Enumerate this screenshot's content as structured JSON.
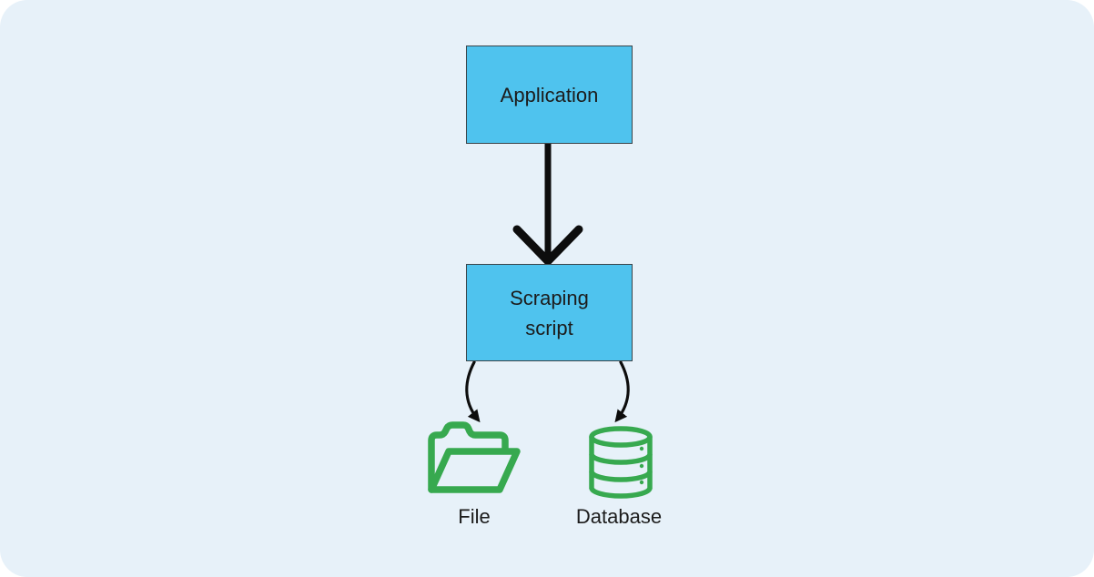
{
  "colors": {
    "page-bg": "#ffffff",
    "panel-bg": "#e7f1f9",
    "node-fill": "#4fc3ee",
    "node-border": "#3a4449",
    "arrow": "#0d0d0d",
    "icon-green": "#37a94f",
    "text": "#1c1c1c"
  },
  "diagram": {
    "application": {
      "label": "Application"
    },
    "scraping_script": {
      "label": "Scraping\nscript"
    },
    "outputs": {
      "file": {
        "label": "File",
        "icon": "folder-icon"
      },
      "database": {
        "label": "Database",
        "icon": "database-icon"
      }
    }
  }
}
